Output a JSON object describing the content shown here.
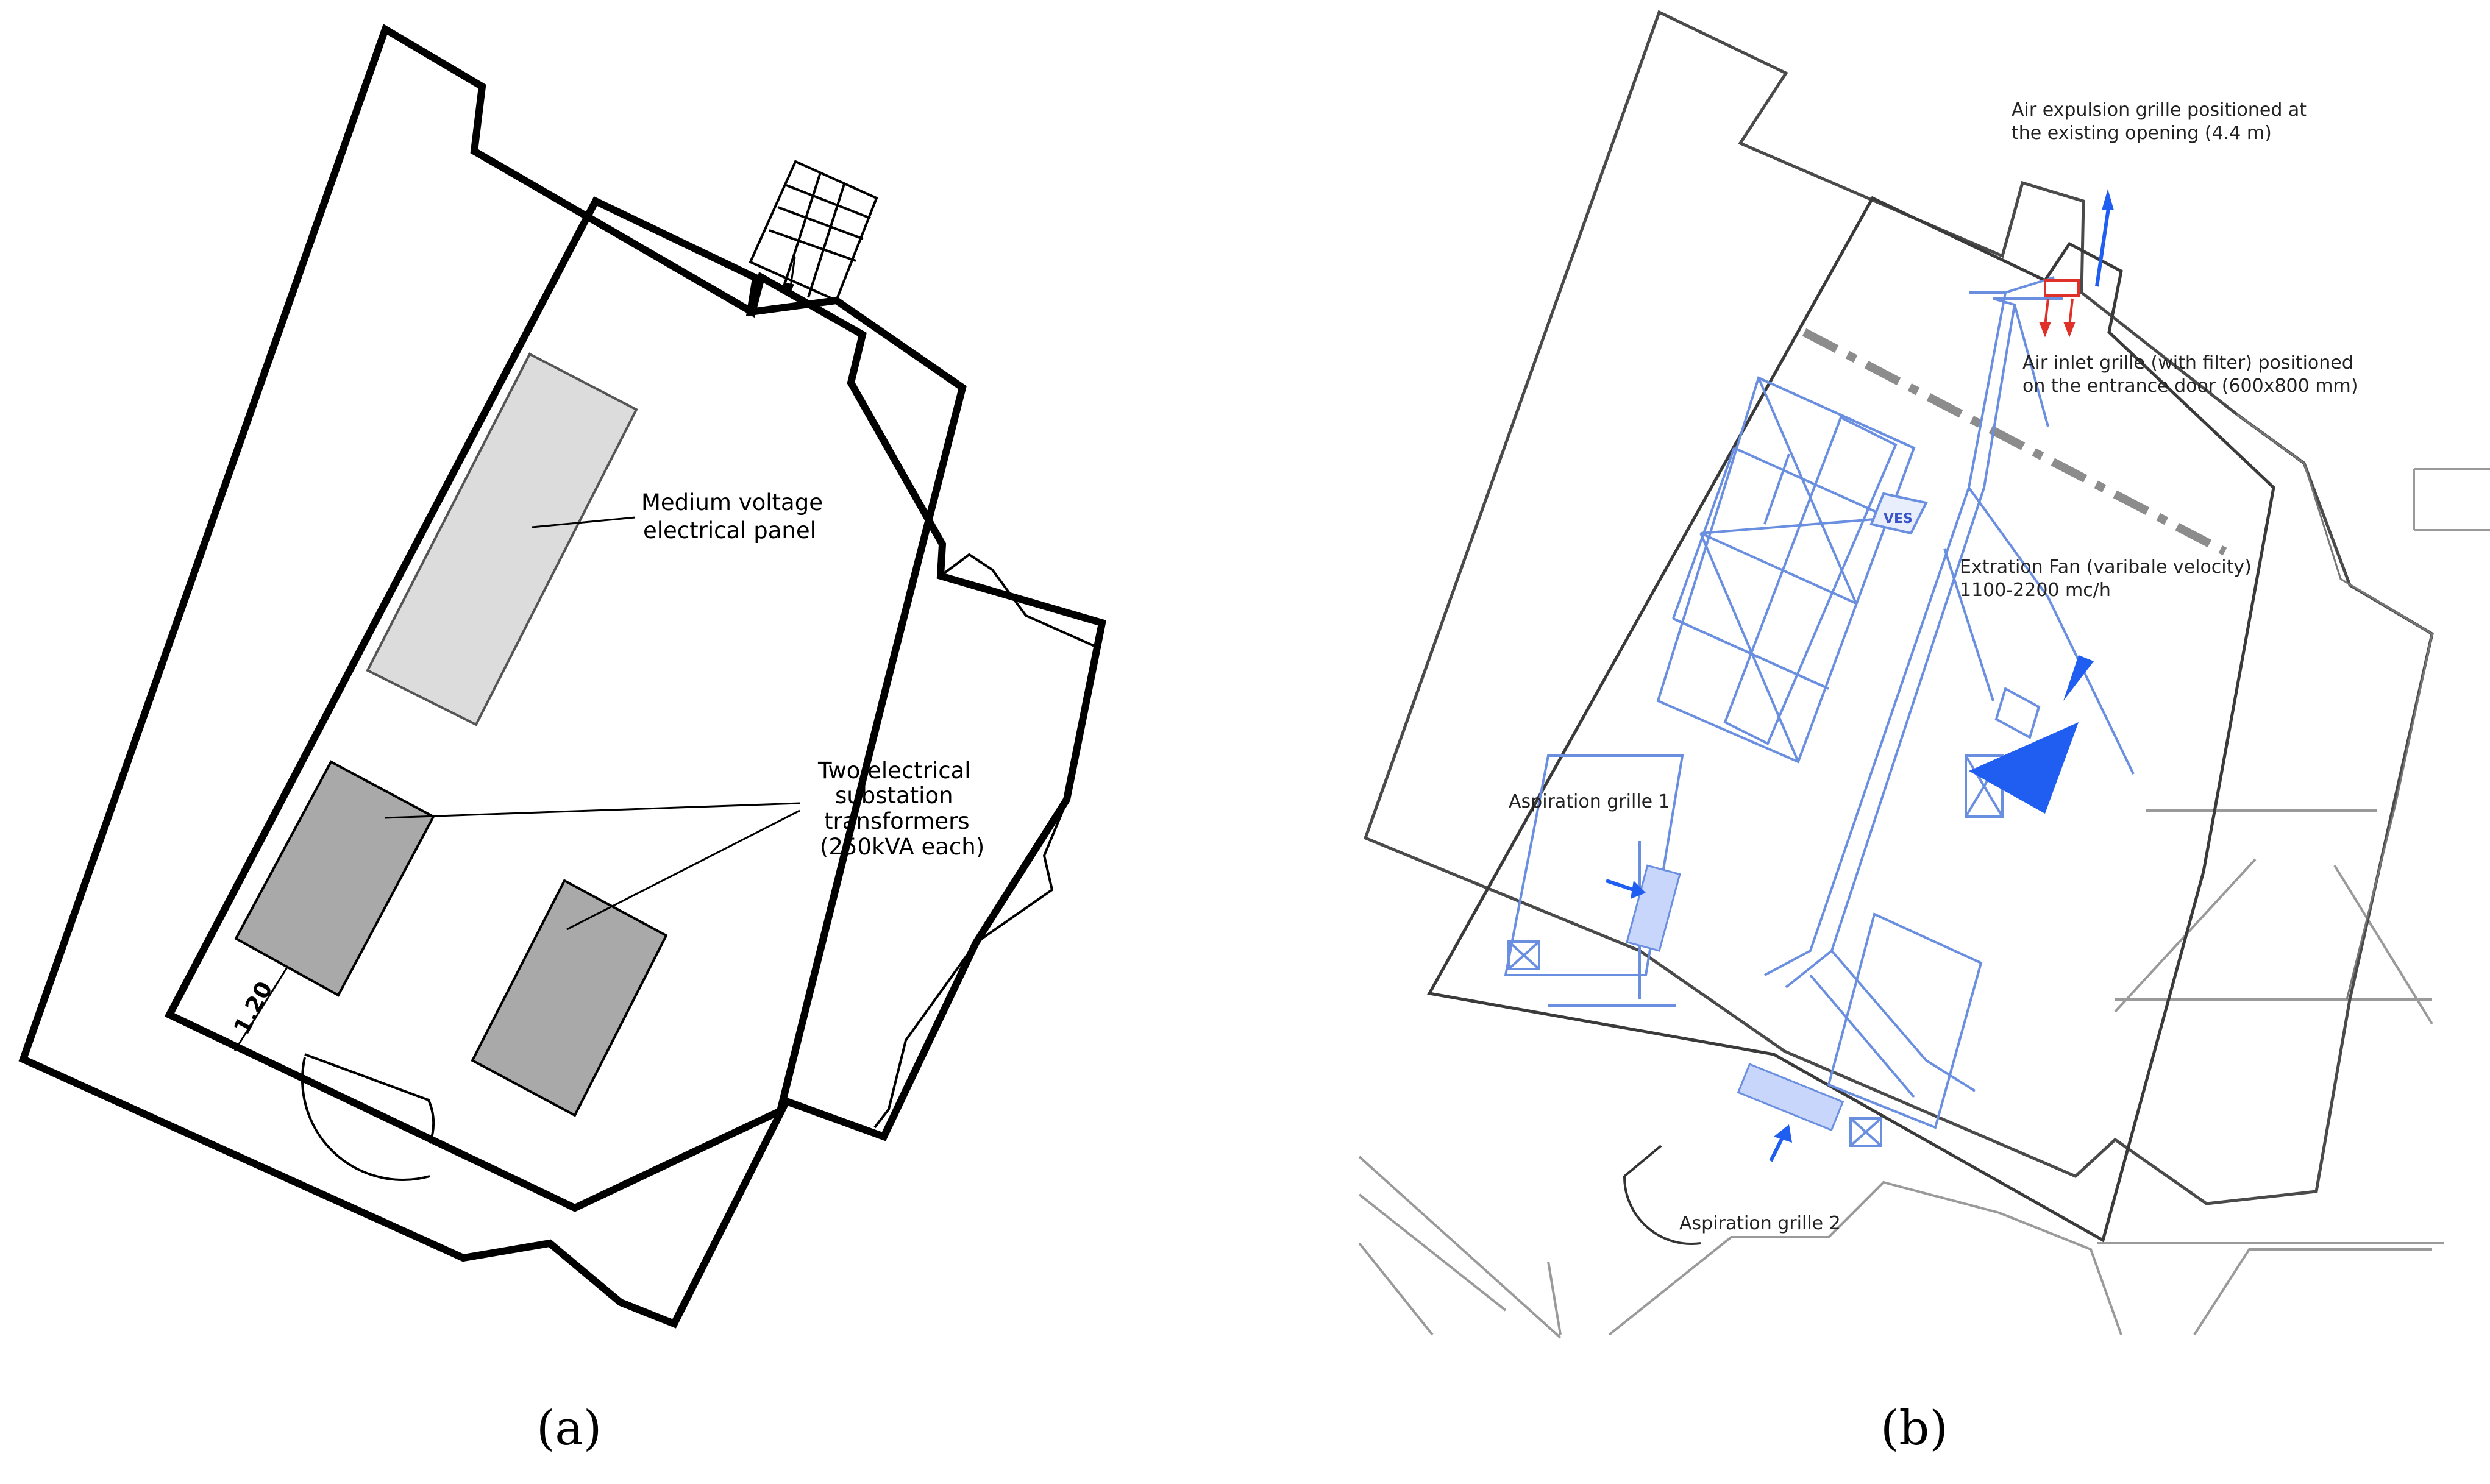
{
  "panel_a": {
    "caption": "(a)",
    "labels": {
      "mv_panel_line1": "Medium voltage",
      "mv_panel_line2": "electrical panel",
      "transformers_line1": "Two electrical",
      "transformers_line2": "substation",
      "transformers_line3": "transformers",
      "transformers_line4": "(250kVA each)",
      "dimension": "1.20"
    }
  },
  "panel_b": {
    "caption": "(b)",
    "labels": {
      "expulsion_line1": "Air expulsion grille positioned at",
      "expulsion_line2": "the existing opening (4.4 m)",
      "inlet_line1": "Air inlet grille (with filter) positioned",
      "inlet_line2": "on the entrance door (600x800 mm)",
      "fan_line1": "Extration  Fan (varibale velocity)",
      "fan_line2": "1100-2200 mc/h",
      "fan_tag": "VES",
      "aspiration_1": "Aspiration grille  1",
      "aspiration_2": "Aspiration grille  2"
    }
  },
  "colors": {
    "wall": "#000000",
    "mv_panel_fill": "#dcdcdc",
    "transformer_fill": "#a9a9a9",
    "duct": "#6b8fe0",
    "duct_fill": "#1f5ef0",
    "inlet": "#e0302a",
    "background_walls": "#9a9a9a",
    "section_line": "#8c8c8c"
  }
}
